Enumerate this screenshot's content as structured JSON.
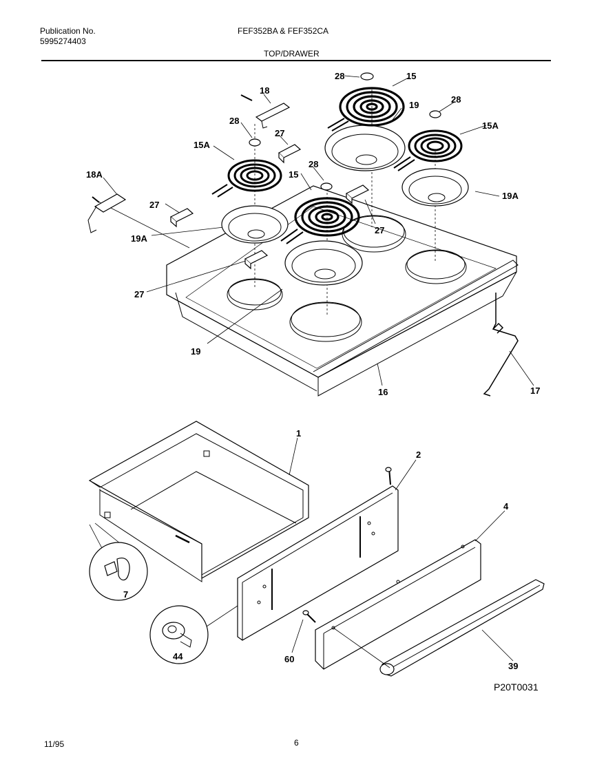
{
  "header": {
    "publication_label": "Publication No.",
    "publication_number": "5995274403",
    "models": "FEF352BA & FEF352CA",
    "section": "TOP/DRAWER"
  },
  "footer": {
    "date": "11/95",
    "page": "6"
  },
  "diagram_code": "P20T0031",
  "callouts": {
    "c15a": "15",
    "c15b": "15",
    "c15a_l": "15A",
    "c15a_r": "15A",
    "c16": "16",
    "c17": "17",
    "c18": "18",
    "c18a": "18A",
    "c19a": "19",
    "c19b": "19",
    "c19a_l": "19A",
    "c19a_r": "19A",
    "c27a": "27",
    "c27b": "27",
    "c27c": "27",
    "c27d": "27",
    "c28a": "28",
    "c28b": "28",
    "c28c": "28",
    "c28d": "28",
    "c1": "1",
    "c2": "2",
    "c4": "4",
    "c7": "7",
    "c39": "39",
    "c44": "44",
    "c60": "60"
  }
}
